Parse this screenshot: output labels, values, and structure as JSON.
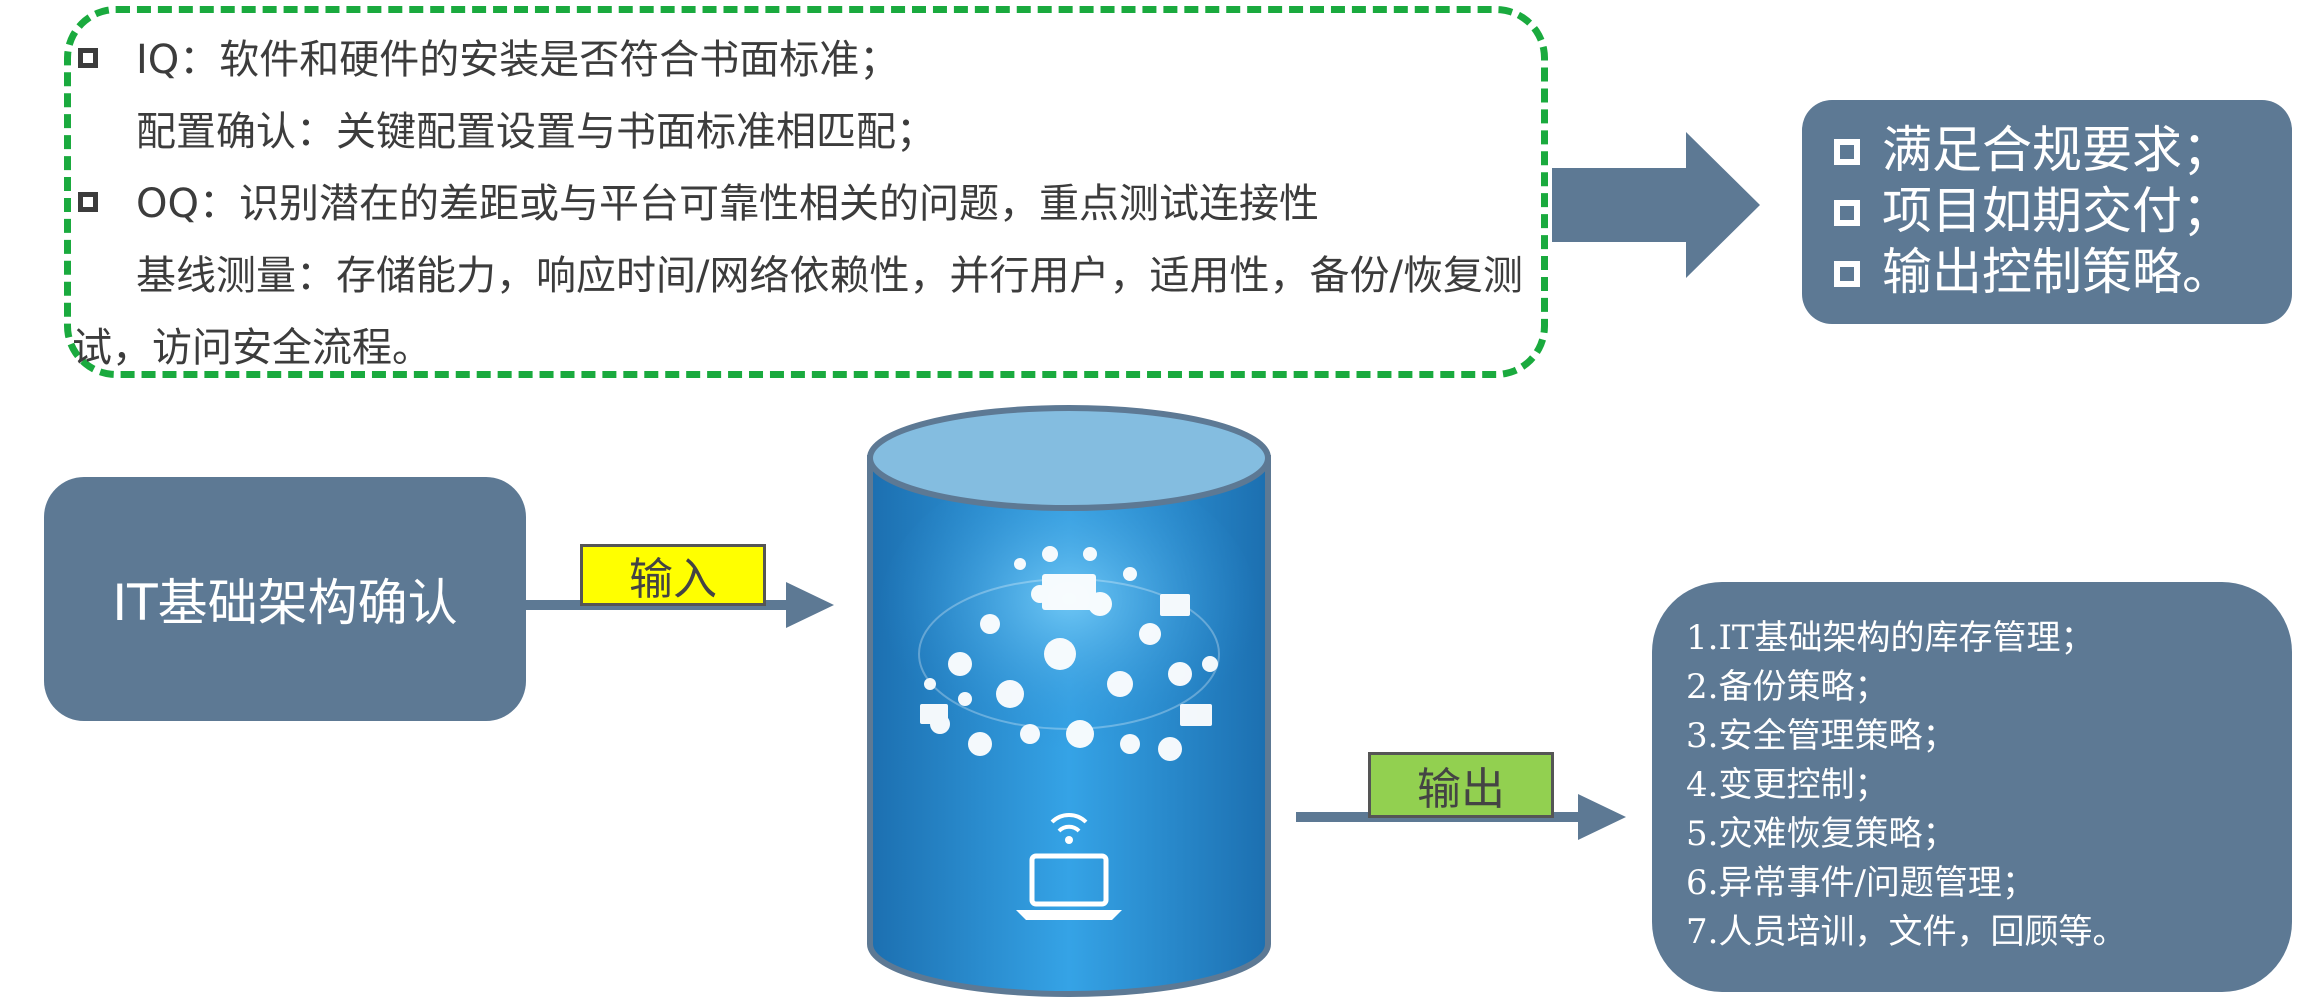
{
  "requirements": {
    "iq": "IQ：软件和硬件的安装是否符合书面标准；",
    "config": "配置确认：关键配置设置与书面标准相匹配；",
    "oq": "OQ：识别潜在的差距或与平台可靠性相关的问题，重点测试连接性",
    "baseline_1": "基线测量：存储能力，响应时间/网络依赖性，并行用户，适用性，备份/恢复测",
    "baseline_2": "试，访问安全流程。"
  },
  "outcomes": [
    "满足合规要求；",
    "项目如期交付；",
    "输出控制策略。"
  ],
  "input_box": {
    "label": "IT基础架构确认"
  },
  "input_tag": {
    "label": "输入",
    "color": "#ffff00"
  },
  "output_tag": {
    "label": "输出",
    "color": "#92d050"
  },
  "output_list": [
    "1.IT基础架构的库存管理；",
    "2.备份策略；",
    "3.安全管理策略；",
    "4.变更控制；",
    "5.灾难恢复策略；",
    "6.异常事件/问题管理；",
    "7.人员培训，文件，回顾等。"
  ],
  "colors": {
    "box": "#5d7994",
    "dashed": "#1aaa3e",
    "cylinder": "#2a8bd0"
  }
}
